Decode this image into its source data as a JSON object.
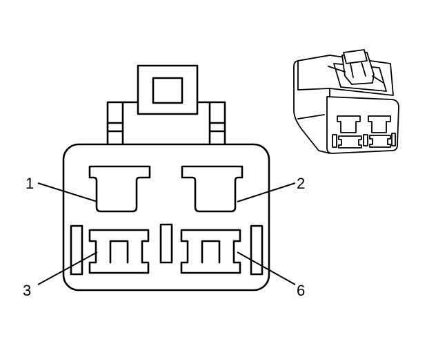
{
  "callouts": {
    "pin_1": "1",
    "pin_2": "2",
    "pin_3": "3",
    "pin_6": "6"
  },
  "colors": {
    "ink": "#000000",
    "background": "#ffffff"
  }
}
